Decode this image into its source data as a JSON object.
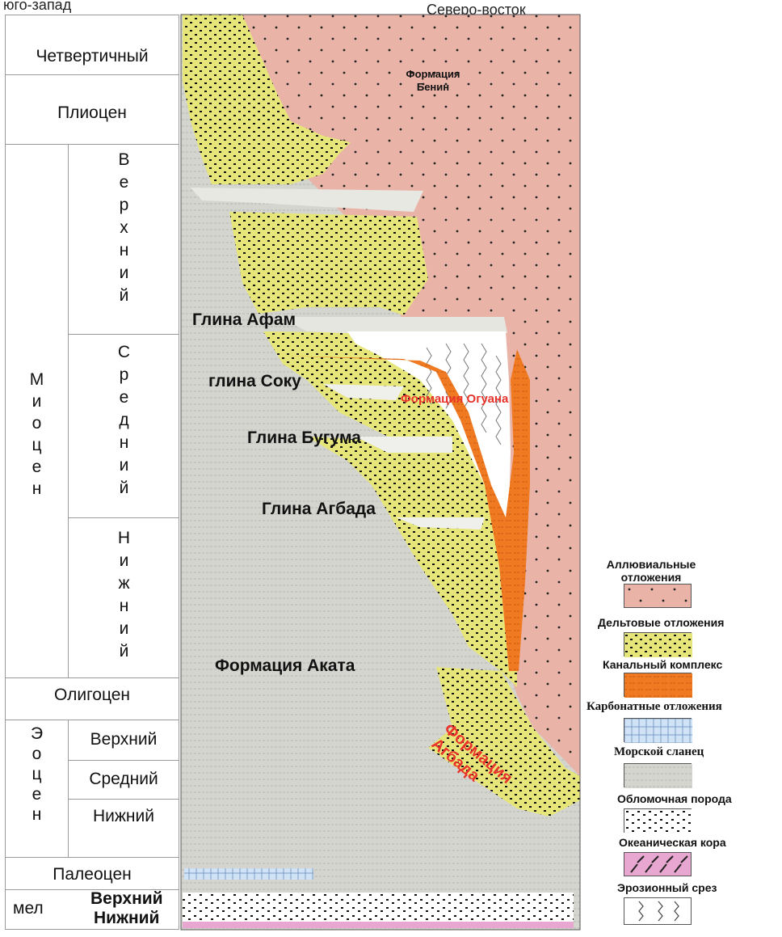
{
  "header": {
    "southwest": "юго-запад",
    "northeast": "Северо-восток"
  },
  "stratigraphy": {
    "quaternary": "Четвертичный",
    "pliocene": "Плиоцен",
    "miocene": "Миоцен",
    "miocene_upper": "Верхний",
    "miocene_middle": "Средний",
    "miocene_lower": "Нижний",
    "oligocene": "Олигоцен",
    "eocene": "Эоцен",
    "eocene_upper": "Верхний",
    "eocene_middle": "Средний",
    "eocene_lower": "Нижний",
    "paleocene": "Палеоцен",
    "cretaceous": "мел",
    "cretaceous_upper": "Верхний",
    "cretaceous_lower": "Нижний"
  },
  "section_labels": {
    "benin": "Формация Бенин",
    "afam": "Глина Афам",
    "soku": "глина Соку",
    "buguma": "Глина Бугума",
    "agbada_clay": "Глина Агбада",
    "akata": "Формация Аката",
    "ogwashi": "Формация Огуана",
    "agbada_formation": "Формация Агбада"
  },
  "legend": {
    "alluvial": "Аллювиальные отложения",
    "deltaic": "Дельтовые отложения",
    "channel": "Канальный комплекс",
    "carbonate": "Карбонатные отложения",
    "marine_shale": "Морской сланец",
    "clastic": "Обломочная порода",
    "oceanic_crust": "Океаническая кора",
    "erosion": "Эрозионный срез"
  },
  "colors": {
    "alluvial": "#eab3a8",
    "deltaic": "#e6e57a",
    "channel": "#f07a21",
    "carbonate": "#cfe2f6",
    "shale": "#d5d5cf",
    "oceanic": "#e7a7d0",
    "label_red": "#e8322a"
  }
}
